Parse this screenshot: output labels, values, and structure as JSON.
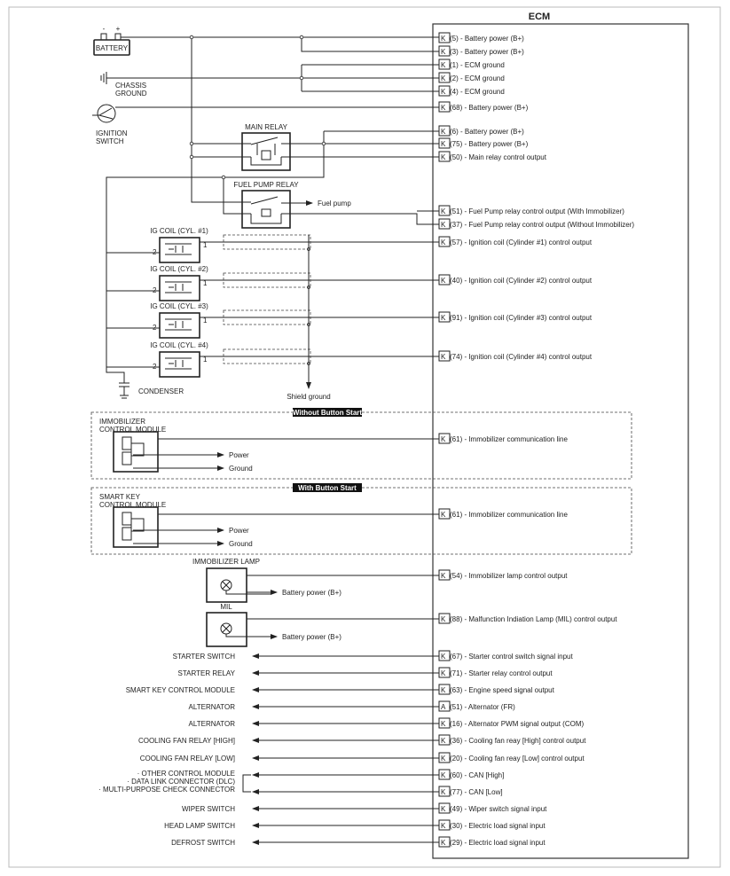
{
  "ecm": {
    "title": "ECM",
    "pins": [
      {
        "conn": "K",
        "label": "(5) - Battery power (B+)"
      },
      {
        "conn": "K",
        "label": "(3) - Battery power (B+)"
      },
      {
        "conn": "K",
        "label": "(1) - ECM ground"
      },
      {
        "conn": "K",
        "label": "(2) - ECM ground"
      },
      {
        "conn": "K",
        "label": "(4) - ECM ground"
      },
      {
        "conn": "K",
        "label": "(68) - Battery power (B+)"
      },
      {
        "conn": "K",
        "label": "(6) - Battery power (B+)"
      },
      {
        "conn": "K",
        "label": "(75) - Battery power (B+)"
      },
      {
        "conn": "K",
        "label": "(50) - Main relay control output"
      },
      {
        "conn": "K",
        "label": "(51) - Fuel Pump relay control output (With Immobilizer)"
      },
      {
        "conn": "K",
        "label": "(37) - Fuel Pump relay control output (Without Immobilizer)"
      },
      {
        "conn": "K",
        "label": "(57) -  Ignition coil (Cylinder #1) control output"
      },
      {
        "conn": "K",
        "label": "(40) - Ignition coil (Cylinder #2) control output"
      },
      {
        "conn": "K",
        "label": "(91) - Ignition coil (Cylinder #3) control output"
      },
      {
        "conn": "K",
        "label": "(74) - Ignition coil (Cylinder #4) control output"
      },
      {
        "conn": "K",
        "label": "(61) - Immobilizer communication line"
      },
      {
        "conn": "K",
        "label": "(61) - Immobilizer communication line"
      },
      {
        "conn": "K",
        "label": "(54) - Immobilizer lamp control output"
      },
      {
        "conn": "K",
        "label": "(88) - Malfunction Indiation Lamp (MIL) control output"
      },
      {
        "conn": "K",
        "label": "(67) - Starter control switch signal input"
      },
      {
        "conn": "K",
        "label": "(71) - Starter relay control output"
      },
      {
        "conn": "K",
        "label": "(63) - Engine speed signal output"
      },
      {
        "conn": "A",
        "label": "(51) - Alternator (FR)"
      },
      {
        "conn": "K",
        "label": "(16) - Alternator PWM signal output (COM)"
      },
      {
        "conn": "K",
        "label": "(36) - Cooling fan reay [High] control output"
      },
      {
        "conn": "K",
        "label": "(20) - Cooling fan reay [Low] control output"
      },
      {
        "conn": "K",
        "label": "(60) - CAN [High]"
      },
      {
        "conn": "K",
        "label": "(77) - CAN [Low]"
      },
      {
        "conn": "K",
        "label": "(49) - Wiper switch signal input"
      },
      {
        "conn": "K",
        "label": "(30) - Electric load signal input"
      },
      {
        "conn": "K",
        "label": "(29) - Electric load signal input"
      }
    ]
  },
  "components": {
    "battery": "BATTERY",
    "battery_minus": "-",
    "battery_plus": "+",
    "chassis_ground": [
      "CHASSIS",
      "GROUND"
    ],
    "ignition_switch": [
      "IGNITION",
      "SWITCH"
    ],
    "main_relay": "MAIN RELAY",
    "fuel_pump_relay": "FUEL PUMP RELAY",
    "fuel_pump": "Fuel pump",
    "ig_coils": [
      "IG COIL (CYL. #1)",
      "IG COIL (CYL. #2)",
      "IG COIL (CYL. #3)",
      "IG COIL (CYL. #4)"
    ],
    "coil_pin_left": "2",
    "coil_pin_right": "1",
    "condenser": "CONDENSER",
    "shield_ground": "Shield ground",
    "immobilizer_lamp": "IMMOBILIZER LAMP",
    "mil": "MIL",
    "lamp_supply": "Battery power (B+)"
  },
  "sections": [
    {
      "title": "Without Button Start",
      "module": [
        "IMMOBILIZER",
        "CONTROL MODULE"
      ],
      "power": "Power",
      "ground": "Ground"
    },
    {
      "title": "With Button Start",
      "module": [
        "SMART KEY",
        "CONTROL MODULE"
      ],
      "power": "Power",
      "ground": "Ground"
    }
  ],
  "left_labels": [
    "STARTER SWITCH",
    "STARTER RELAY",
    "SMART KEY CONTROL MODULE",
    "ALTERNATOR",
    "ALTERNATOR",
    "COOLING FAN RELAY [HIGH]",
    "COOLING FAN RELAY [LOW]"
  ],
  "can_labels": [
    "· OTHER CONTROL MODULE",
    "· DATA LINK CONNECTOR (DLC)",
    "· MULTI-PURPOSE CHECK  CONNECTOR"
  ],
  "bottom_labels": [
    "WIPER SWITCH",
    "HEAD LAMP SWITCH",
    "DEFROST SWITCH"
  ]
}
